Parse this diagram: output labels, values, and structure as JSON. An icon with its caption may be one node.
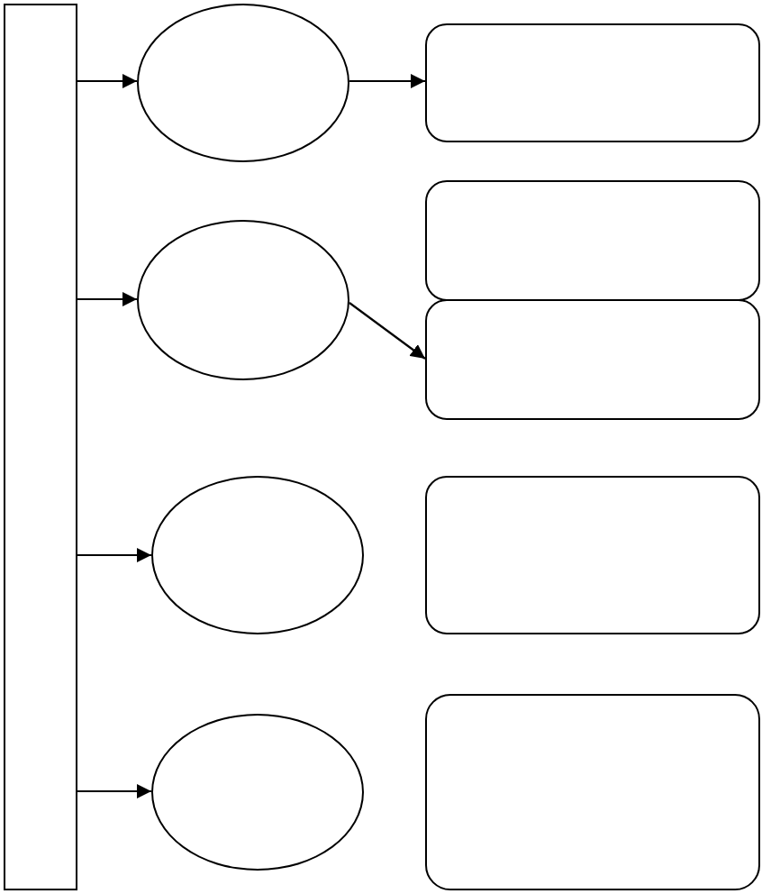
{
  "diagram": {
    "nodes": [
      {
        "text": [],
        "shape": "box"
      },
      {
        "text": [],
        "shape": "ellipse"
      },
      {
        "text": [],
        "shape": "box"
      },
      {
        "text": [],
        "shape": "ellipse"
      },
      {
        "text": [],
        "shape": "box"
      },
      {
        "text": [],
        "shape": "box"
      },
      {
        "text": [],
        "shape": "ellipse"
      },
      {
        "text": [],
        "shape": "box"
      },
      {
        "text": [],
        "shape": "ellipse"
      },
      {
        "text": [],
        "shape": "box"
      }
    ],
    "edges": [
      {
        "from": 0,
        "to": 1,
        "arrow": "to"
      },
      {
        "from": 0,
        "to": 3,
        "arrow": "to"
      },
      {
        "from": 0,
        "to": 6,
        "arrow": "to"
      },
      {
        "from": 0,
        "to": 8,
        "arrow": "to"
      },
      {
        "from": 1,
        "to": 2,
        "arrow": "to"
      },
      {
        "from": 3,
        "to": 5,
        "arrow": "to"
      }
    ]
  }
}
